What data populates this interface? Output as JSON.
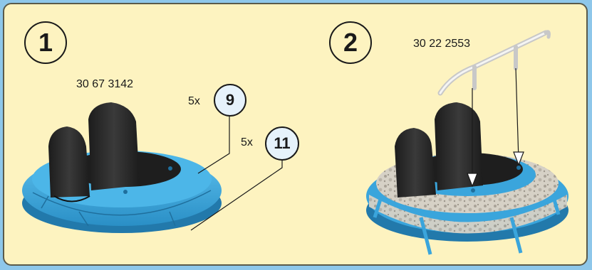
{
  "steps": [
    {
      "number": "1",
      "part_number": "30 67 3142",
      "callouts": [
        {
          "quantity": "5x",
          "label": "9"
        },
        {
          "quantity": "5x",
          "label": "11"
        }
      ]
    },
    {
      "number": "2",
      "part_number": "30 22 2553"
    }
  ],
  "colors": {
    "background": "#8ec7ea",
    "panel": "#fdf3c0",
    "car_body": "#3ba6dd",
    "seat": "#2b2b2b",
    "texture": "#cfc9bd"
  }
}
